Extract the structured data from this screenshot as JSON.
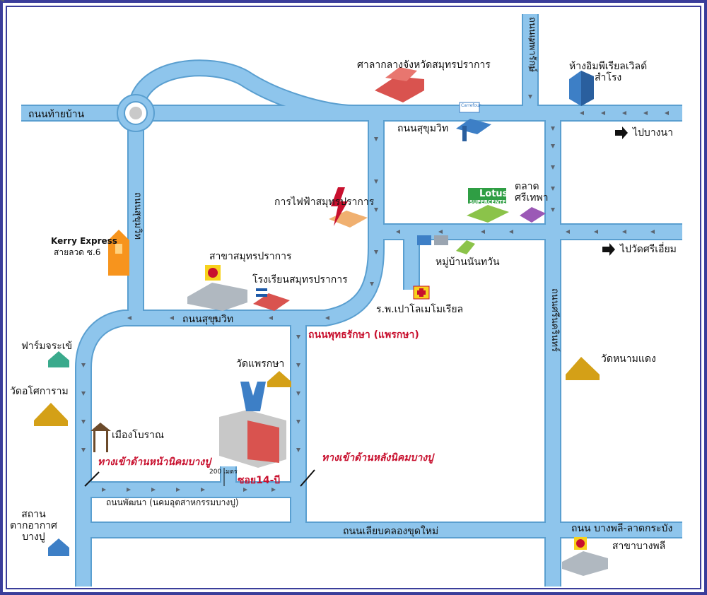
{
  "colors": {
    "frame": "#3a3d9a",
    "road": "#8ec5ec",
    "road_edge": "#5a9fd0",
    "arrow": "#5a6470",
    "red": "#c8102e",
    "roof_red": "#d9534f",
    "roof_orange": "#f0b070",
    "blue_box": "#3d7fc6",
    "kerry_orange": "#f7941d"
  },
  "roads": {
    "tha_ban": "ถนนท้ายบ้าน",
    "sukhumvit_top": "ถนนสุขุมวิท",
    "sukhumvit_mid": "ถนนสุขุมวิท",
    "phutharaksa": "ถนนพุทธรักษา (แพรกษา)",
    "phatthana": "ถนนพัฒนา (นคมอุตสาหกรรมบางปู)",
    "liap_khlong": "ถนนเลียบคลองขุดใหม่",
    "bangphli": "ถนน บางพลี-ลาดกระบัง",
    "vertical_top_right": "ถนนเทพารักษ์",
    "vertical_left": "ถนนสุขุมวิท",
    "vertical_right": "ถนนศรีนครินทร์"
  },
  "places": {
    "city_hall": "ศาลากลางจังหวัดสมุทรปราการ",
    "imperial": "ห้างอิมพีเรียลเวิลด์\nสำโรง",
    "to_bangna": "ไปบางนา",
    "electric": "การไฟฟ้าสมุทรปราการ",
    "lotus": "Lotus",
    "lotus_sub": "SUPERCENTER",
    "market": "ตลาด\nศรีเทพา",
    "to_wat": "ไปวัดศรีเอี่ยม",
    "kerry": "Kerry Express",
    "kerry_sub": "สายลวด ซ.6",
    "branch_samut": "สาขาสมุทรปราการ",
    "school": "โรงเรียนสมุทรปราการ",
    "village": "หมู่บ้านนันทวัน",
    "hospital": "ร.พ.เปาโลเมโมเรียล",
    "farm": "ฟาร์มจระเข้",
    "wat_phraeksa": "วัดแพรกษา",
    "wat_namdaeng": "วัดหนามแดง",
    "wat_asokaram": "วัดอโศการาม",
    "muang_boran": "เมืองโบราณ",
    "front_gate": "ทางเข้าด้านหน้านิคมบางปู",
    "back_gate": "ทางเข้าด้านหลังนิคมบางปู",
    "soi": "ซอย14-บี",
    "distance": "200 เมตร",
    "weather": "สถาน\nตากอากาศ\nบางปู",
    "branch_bangphli": "สาขาบางพลี",
    "carrefour": "Carrefour"
  }
}
